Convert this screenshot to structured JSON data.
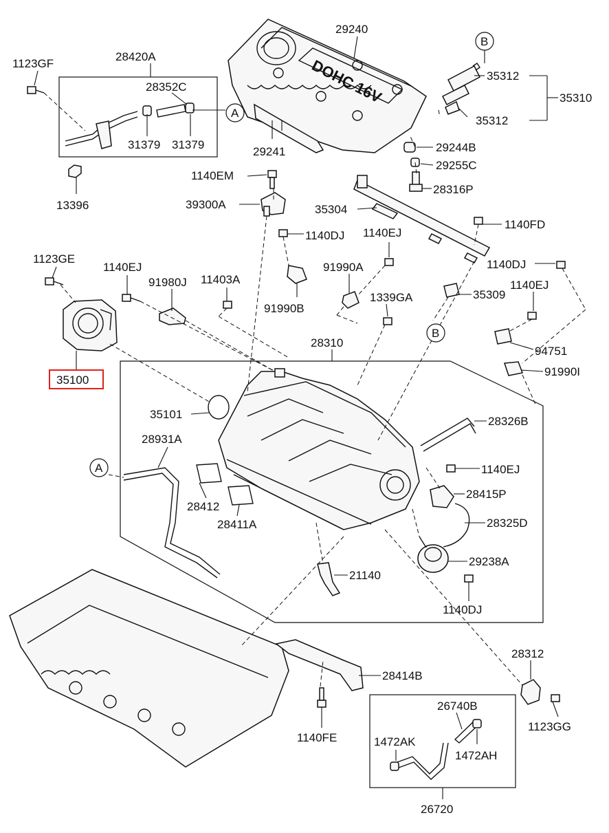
{
  "callouts": [
    {
      "id": "p29240",
      "text": "29240"
    },
    {
      "id": "p28420a",
      "text": "28420A"
    },
    {
      "id": "p1123gf",
      "text": "1123GF"
    },
    {
      "id": "p28352c",
      "text": "28352C"
    },
    {
      "id": "p31379a",
      "text": "31379"
    },
    {
      "id": "p31379b",
      "text": "31379"
    },
    {
      "id": "p13396",
      "text": "13396"
    },
    {
      "id": "p29241",
      "text": "29241"
    },
    {
      "id": "p35312a",
      "text": "35312"
    },
    {
      "id": "p35310",
      "text": "35310"
    },
    {
      "id": "p35312b",
      "text": "35312"
    },
    {
      "id": "p29244b",
      "text": "29244B"
    },
    {
      "id": "p29255c",
      "text": "29255C"
    },
    {
      "id": "p28316p",
      "text": "28316P"
    },
    {
      "id": "p1140em",
      "text": "1140EM"
    },
    {
      "id": "p39300a",
      "text": "39300A"
    },
    {
      "id": "p35304",
      "text": "35304"
    },
    {
      "id": "p1140fd",
      "text": "1140FD"
    },
    {
      "id": "p1140dj1",
      "text": "1140DJ"
    },
    {
      "id": "p1140ej1",
      "text": "1140EJ"
    },
    {
      "id": "p1123ge",
      "text": "1123GE"
    },
    {
      "id": "p1140ej2",
      "text": "1140EJ"
    },
    {
      "id": "p91980j",
      "text": "91980J"
    },
    {
      "id": "p11403a",
      "text": "11403A"
    },
    {
      "id": "p91990a",
      "text": "91990A"
    },
    {
      "id": "p1140dj2",
      "text": "1140DJ"
    },
    {
      "id": "p1140ej3",
      "text": "1140EJ"
    },
    {
      "id": "p91990b",
      "text": "91990B"
    },
    {
      "id": "p1339ga",
      "text": "1339GA"
    },
    {
      "id": "p35309",
      "text": "35309"
    },
    {
      "id": "p28310",
      "text": "28310"
    },
    {
      "id": "p94751",
      "text": "94751"
    },
    {
      "id": "p91990i",
      "text": "91990I"
    },
    {
      "id": "p35100",
      "text": "35100"
    },
    {
      "id": "p35101",
      "text": "35101"
    },
    {
      "id": "p28326b",
      "text": "28326B"
    },
    {
      "id": "p28931a",
      "text": "28931A"
    },
    {
      "id": "p1140ej4",
      "text": "1140EJ"
    },
    {
      "id": "p28415p",
      "text": "28415P"
    },
    {
      "id": "p28412",
      "text": "28412"
    },
    {
      "id": "p28411a",
      "text": "28411A"
    },
    {
      "id": "p28325d",
      "text": "28325D"
    },
    {
      "id": "p29238a",
      "text": "29238A"
    },
    {
      "id": "p21140",
      "text": "21140"
    },
    {
      "id": "p1140dj3",
      "text": "1140DJ"
    },
    {
      "id": "p28312",
      "text": "28312"
    },
    {
      "id": "p28414b",
      "text": "28414B"
    },
    {
      "id": "p26740b",
      "text": "26740B"
    },
    {
      "id": "p1123gg",
      "text": "1123GG"
    },
    {
      "id": "p1140fe",
      "text": "1140FE"
    },
    {
      "id": "p1472ak",
      "text": "1472AK"
    },
    {
      "id": "p1472ah",
      "text": "1472AH"
    },
    {
      "id": "p26720",
      "text": "26720"
    }
  ],
  "refs": [
    {
      "id": "refA1",
      "letter": "A"
    },
    {
      "id": "refB1",
      "letter": "B"
    },
    {
      "id": "refB2",
      "letter": "B"
    },
    {
      "id": "refA2",
      "letter": "A"
    }
  ],
  "cover_text": "DOHC 16V",
  "highlight_color": "#e0201c"
}
